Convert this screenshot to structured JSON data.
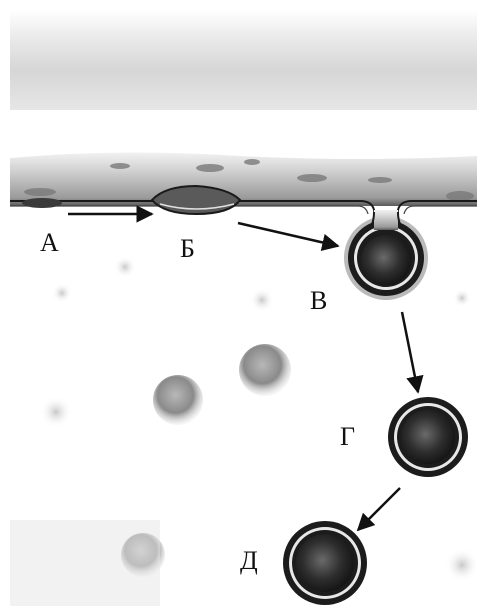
{
  "labels": {
    "a": "А",
    "b": "Б",
    "v": "В",
    "g": "Г",
    "d": "Д"
  },
  "colors": {
    "background": "#ffffff",
    "cytoplasm_grey": "#cfcfcf",
    "membrane": "#1a1a1a",
    "vesicle_core": "#2b2b2b",
    "arrow": "#111111"
  }
}
